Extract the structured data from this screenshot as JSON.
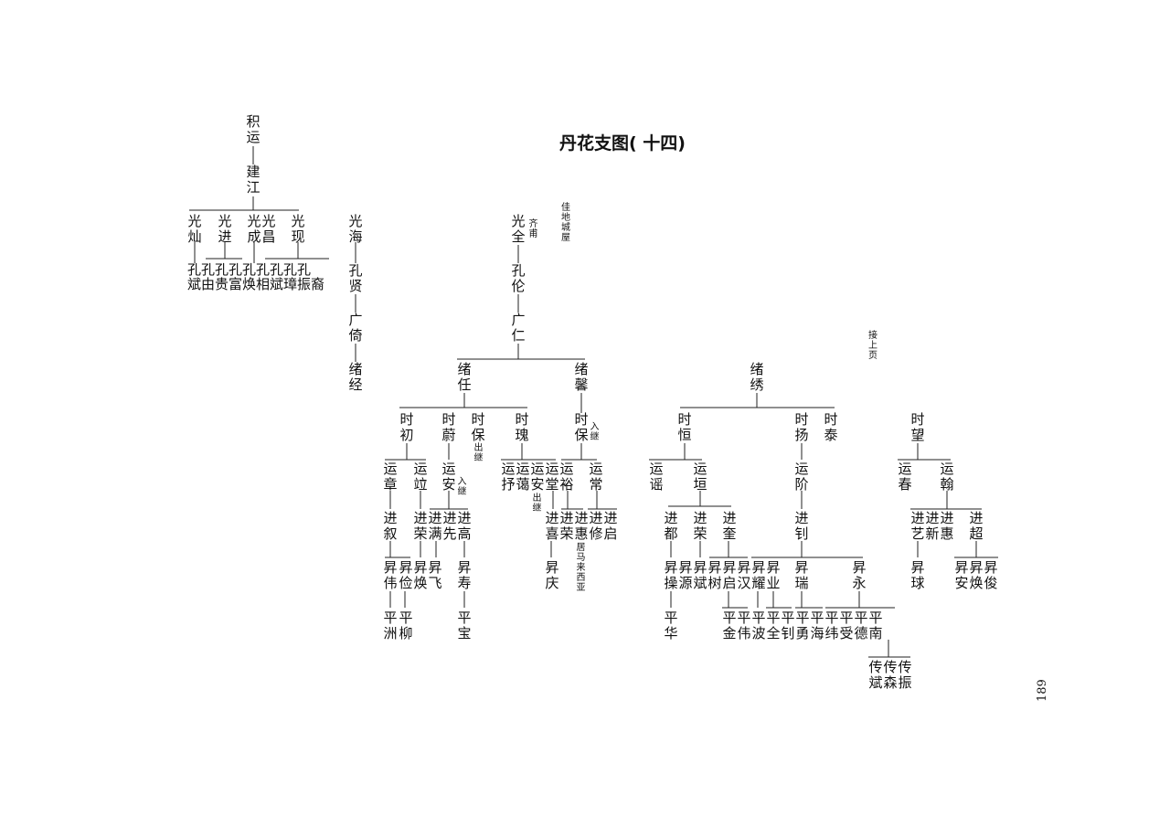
{
  "title": "丹花支图( 十四)",
  "page_number": "189",
  "side_note": "佳地城屋",
  "continue_note": "接上页",
  "top": {
    "head1": "积运",
    "head2": "建江",
    "guang": [
      "光灿",
      "光进",
      "光成",
      "光昌",
      "光现"
    ],
    "kong_row": "孔孔孔孔孔孔孔孔孔",
    "kong_names": "斌由贵富焕相斌璋振裔"
  },
  "branch_haiguang": [
    "光海",
    "孔贤",
    "广倚",
    "绪经"
  ],
  "branch_quan": {
    "head": "光全",
    "note": "齐甫",
    "chain": [
      "孔伦",
      "广仁"
    ],
    "xu": [
      "绪任",
      "绪馨"
    ],
    "shi_ren": [
      "时初",
      "时蔚",
      "时保",
      "时瑰"
    ],
    "shi_xin": "时保",
    "notes": {
      "chu_ji": "出继",
      "ru_ji": "入继",
      "ru_ji2": "入继",
      "chu_ji2": "出继"
    },
    "yun_row": [
      "运章",
      "运竝",
      "运安",
      "运抒",
      "运蔼",
      "运安",
      "运堂",
      "运裕",
      "运常"
    ],
    "jin_row": [
      "进叙",
      "进荣",
      "进满",
      "进先",
      "进高",
      "进喜",
      "进荣",
      "进惠",
      "进修",
      "进启"
    ],
    "sheng_row": [
      "昇伟",
      "昇俭",
      "昇焕",
      "昇飞",
      "昇寿",
      "昇庆"
    ],
    "ping_row": [
      "平洲",
      "平柳",
      "平宝"
    ],
    "malaysia": "居马来西亚"
  },
  "branch_xiu": {
    "head": "绪绣",
    "shi": [
      "时恒",
      "时扬",
      "时泰"
    ],
    "yun": [
      "运谣",
      "运垣",
      "运阶"
    ],
    "jin": [
      "进都",
      "进荣",
      "进奎",
      "进钊"
    ],
    "sheng": [
      "昇操",
      "昇源",
      "昇斌",
      "昇树",
      "昇启",
      "昇汉",
      "昇耀",
      "昇业",
      "昇瑞",
      "昇永"
    ],
    "ping": [
      "平华",
      "平金",
      "平伟",
      "平波",
      "平全",
      "平钊",
      "平勇",
      "平海",
      "平纬",
      "平受",
      "平德",
      "平南"
    ],
    "chuan": [
      "传斌",
      "传森",
      "传振"
    ]
  },
  "branch_wang": {
    "head": "时望",
    "yun": [
      "运春",
      "运翰"
    ],
    "jin": [
      "进艺",
      "进新",
      "进惠",
      "进超"
    ],
    "sheng": [
      "昇球",
      "昇安",
      "昇焕",
      "昇俊"
    ]
  }
}
